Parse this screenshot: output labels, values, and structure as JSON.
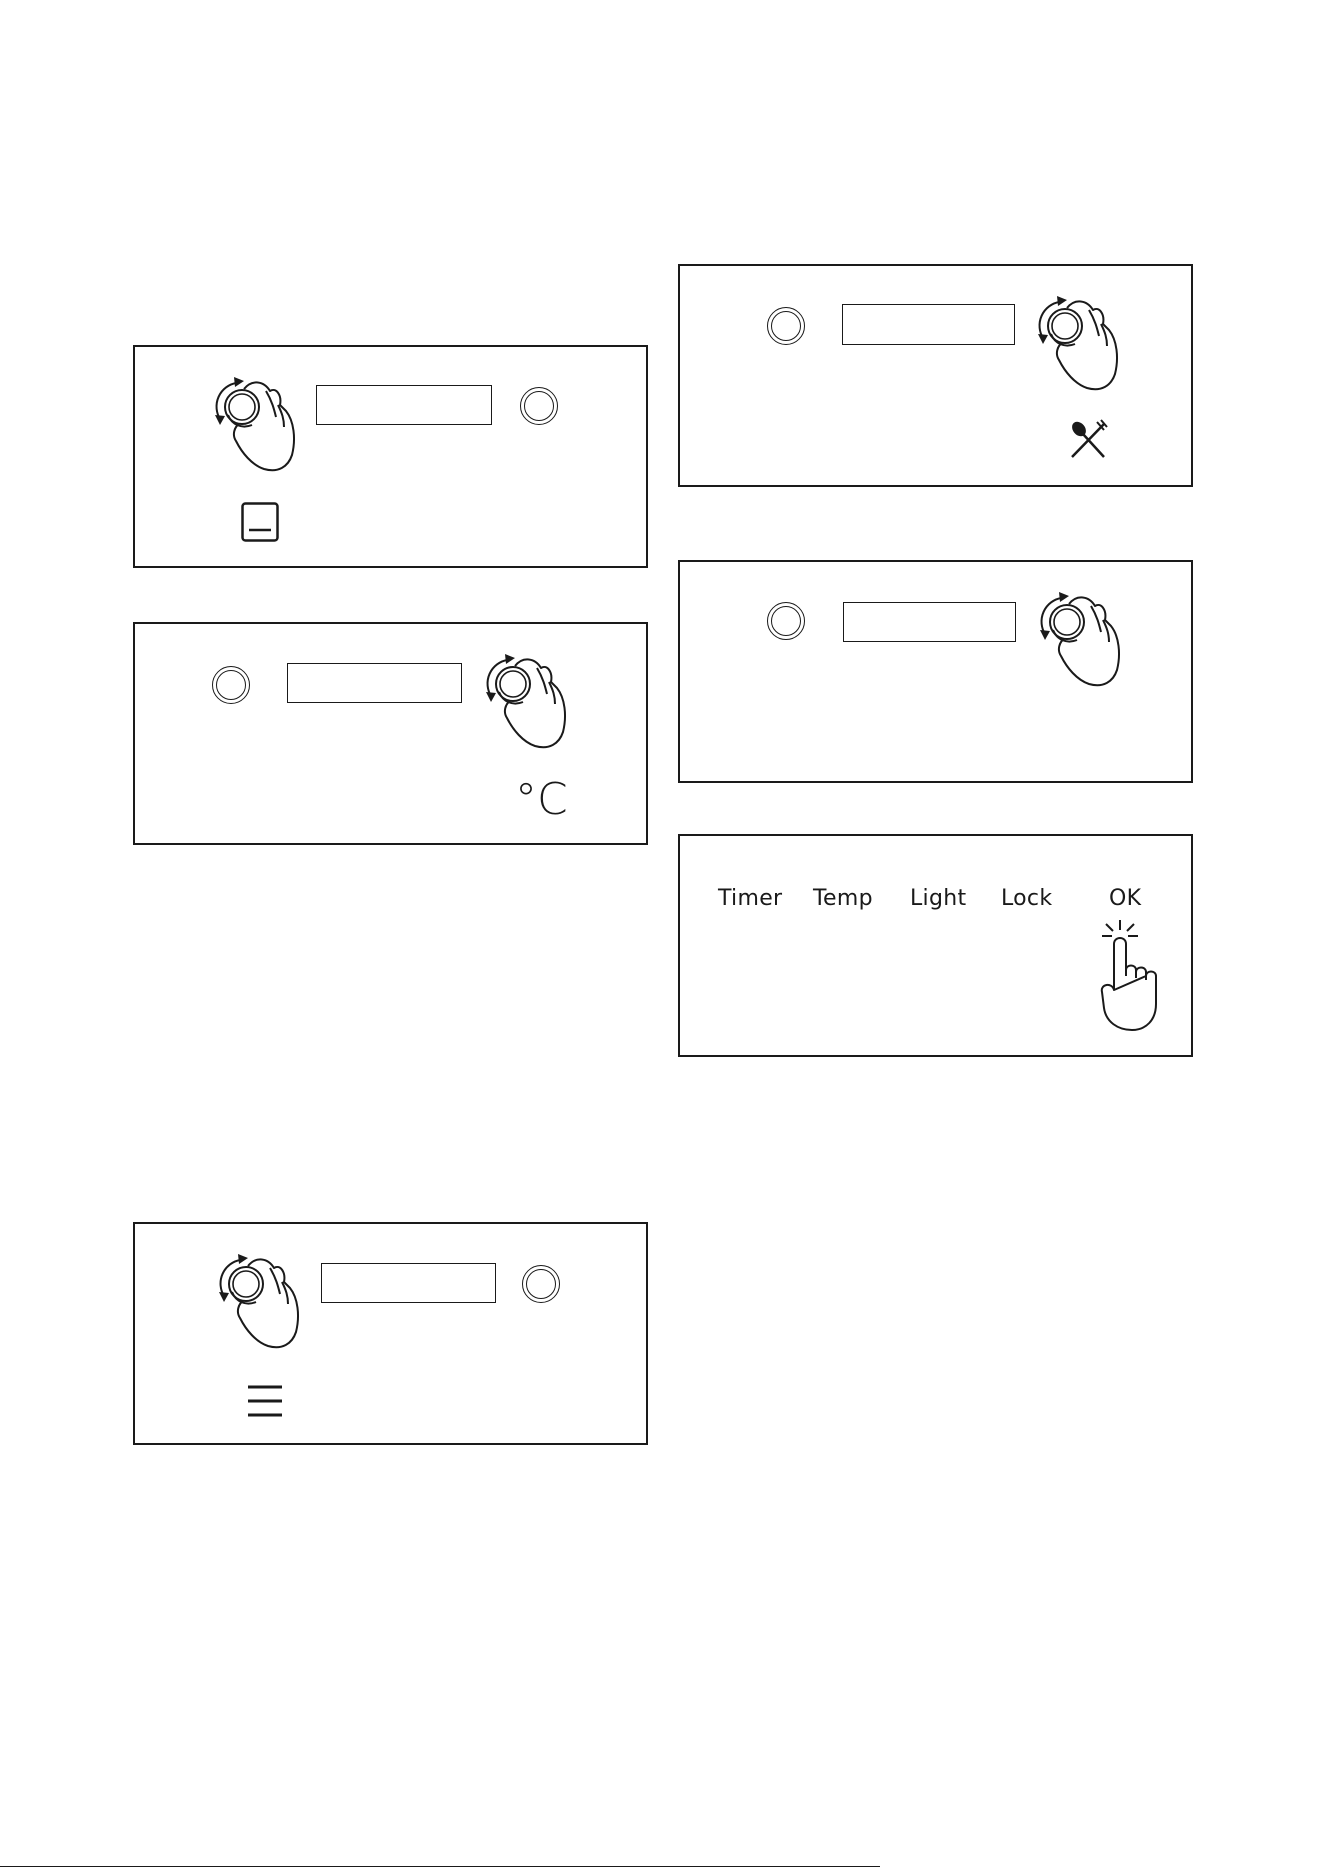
{
  "panels": {
    "oven_function": {
      "symbol": "oven-function-icon"
    },
    "temperature": {
      "symbol": "celsius-icon",
      "unit_label": "°C"
    },
    "menu": {
      "symbol": "menu-icon"
    },
    "dishes": {
      "symbol": "dishes-icon"
    },
    "empty": {},
    "touch_keys": {
      "keys": [
        "Timer",
        "Temp",
        "Light",
        "Lock",
        "OK"
      ],
      "pressed_key": "OK"
    }
  },
  "colors": {
    "ink": "#1a1a1a",
    "paper": "#ffffff"
  }
}
